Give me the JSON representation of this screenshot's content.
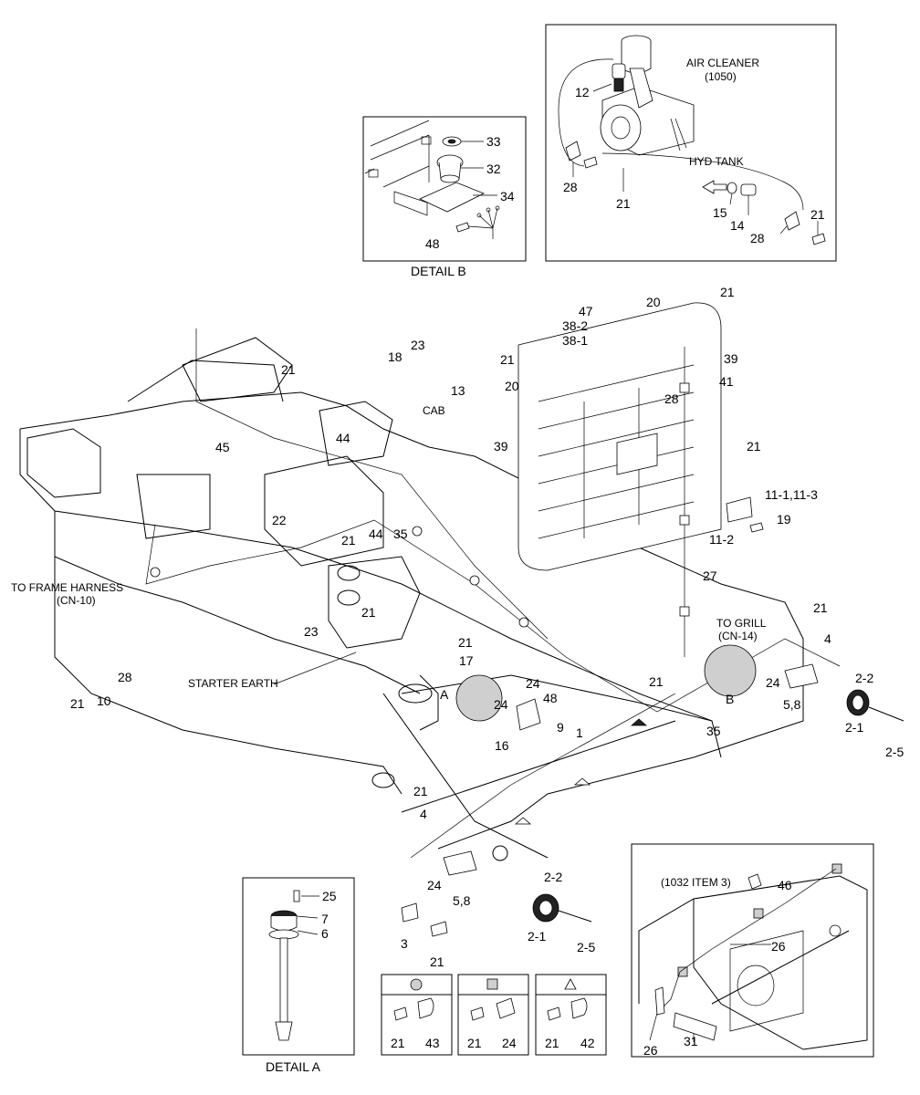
{
  "detail_b": {
    "caption": "DETAIL B",
    "part_33": "33",
    "part_32": "32",
    "part_34": "34",
    "part_48": "48"
  },
  "detail_air": {
    "air_cleaner": "AIR CLEANER",
    "air_cleaner_ref": "(1050)",
    "hyd_tank": "HYD TANK",
    "part_12": "12",
    "part_28a": "28",
    "part_21a": "21",
    "part_15": "15",
    "part_14": "14",
    "part_28b": "28",
    "part_21b": "21"
  },
  "main": {
    "to_frame_harness": "TO FRAME HARNESS",
    "cn10": "(CN-10)",
    "to_grill": "TO GRILL",
    "cn14": "(CN-14)",
    "cab": "CAB",
    "starter_earth": "STARTER EARTH",
    "callout_a": "A",
    "callout_b": "B",
    "n_21_a": "21",
    "n_18": "18",
    "n_23_a": "23",
    "n_13": "13",
    "n_45": "45",
    "n_44_a": "44",
    "n_44_b": "44",
    "n_22": "22",
    "n_21_b": "21",
    "n_35_a": "35",
    "n_21_c": "21",
    "n_23_b": "23",
    "n_28": "28",
    "n_21_d": "21",
    "n_10": "10",
    "n_47": "47",
    "n_38_2": "38-2",
    "n_38_1": "38-1",
    "n_20_a": "20",
    "n_21_e": "21",
    "n_20_b": "20",
    "n_39_a": "39",
    "n_28_b": "28",
    "n_41": "41",
    "n_39_b": "39",
    "n_21_f": "21",
    "n_11_13": "11-1,11-3",
    "n_11_2": "11-2",
    "n_19": "19",
    "n_27": "27",
    "n_21_g": "21",
    "n_4_a": "4",
    "n_21_h": "21",
    "n_17": "17",
    "n_24_a": "24",
    "n_24_b": "24",
    "n_21_i": "21",
    "n_24_c": "24",
    "n_2_2_a": "2-2",
    "n_48": "48",
    "n_9": "9",
    "n_16": "16",
    "n_1": "1",
    "n_5_8_a": "5,8",
    "n_35_b": "35",
    "n_2_1_a": "2-1",
    "n_2_5_a": "2-5",
    "n_21_j": "21",
    "n_4_b": "4",
    "n_24_d": "24",
    "n_5_8_b": "5,8",
    "n_2_2_b": "2-2",
    "n_3": "3",
    "n_2_1_b": "2-1",
    "n_2_5_b": "2-5",
    "n_21_k": "21"
  },
  "detail_a": {
    "caption": "DETAIL A",
    "part_25": "25",
    "part_7": "7",
    "part_6": "6"
  },
  "legend": [
    {
      "symbol": "circle",
      "bolt": "21",
      "clip": "43"
    },
    {
      "symbol": "square",
      "bolt": "21",
      "clip": "24"
    },
    {
      "symbol": "triangle",
      "bolt": "21",
      "clip": "42"
    }
  ],
  "detail_tank": {
    "item_ref": "(1032 ITEM 3)",
    "part_46": "46",
    "part_26a": "26",
    "part_26b": "26",
    "part_31": "31"
  }
}
